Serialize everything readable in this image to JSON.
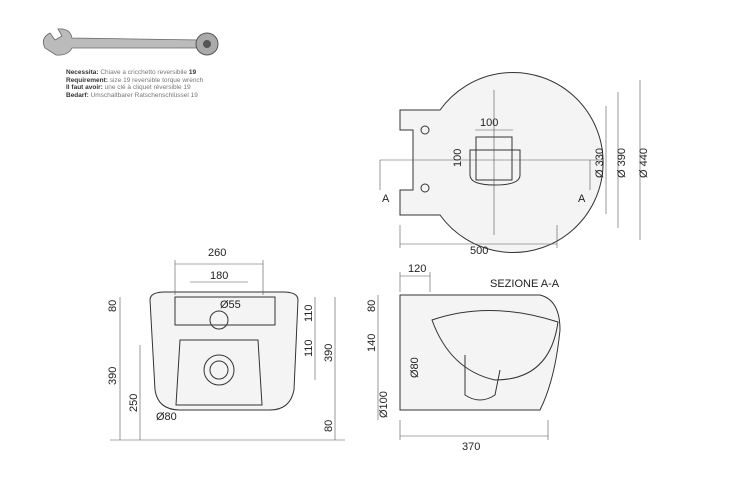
{
  "requirements": [
    {
      "label": "Necessita:",
      "text": "Chiave a cricchetto reversibile",
      "extra": "19"
    },
    {
      "label": "Requirement:",
      "text": "size 19 reversible torque wrench",
      "extra": ""
    },
    {
      "label": "Il faut avoir:",
      "text": "une clé à cliquet réversible 19",
      "extra": ""
    },
    {
      "label": "Bedarf:",
      "text": "Umschaltbarer Ratschenschlüssel 19",
      "extra": ""
    }
  ],
  "top_view": {
    "d100a": "100",
    "d100b": "100",
    "d330": "Ø 330",
    "d390": "Ø 390",
    "d440": "Ø 440",
    "sec_a_left": "A",
    "sec_a_right": "A",
    "d500": "500"
  },
  "front_view": {
    "d260": "260",
    "d180": "180",
    "d55": "Ø55",
    "d80_top": "80",
    "d110a": "110",
    "d110b": "110",
    "d390_right": "390",
    "d390_left": "390",
    "d250": "250",
    "d80_dia": "Ø80",
    "d80_bottom": "80"
  },
  "section_view": {
    "title": "SEZIONE A-A",
    "d120": "120",
    "d80": "80",
    "d140": "140",
    "d80_dia": "Ø80",
    "d100_dia": "Ø100",
    "d370": "370"
  }
}
